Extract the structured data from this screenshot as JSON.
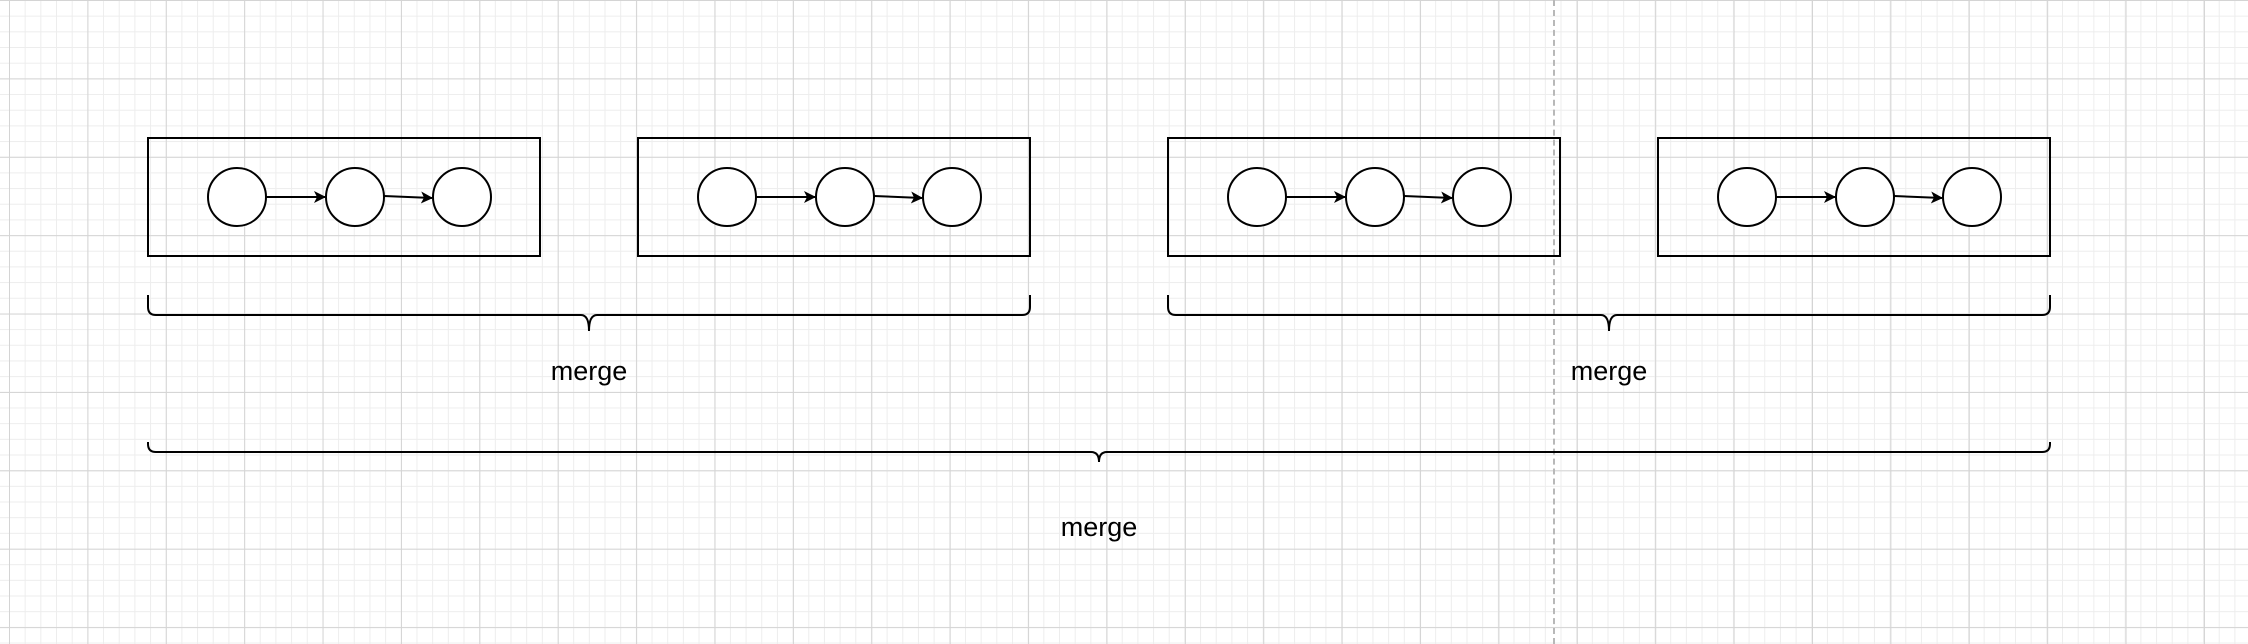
{
  "diagram": {
    "stroke_color": "#000000",
    "node_fill": "#ffffff",
    "groups": [
      {
        "nodes": [
          "",
          "",
          ""
        ]
      },
      {
        "nodes": [
          "",
          "",
          ""
        ]
      },
      {
        "nodes": [
          "",
          "",
          ""
        ]
      },
      {
        "nodes": [
          "",
          "",
          ""
        ]
      }
    ],
    "merges": [
      {
        "label": "merge",
        "spans_groups": [
          1,
          2
        ]
      },
      {
        "label": "merge",
        "spans_groups": [
          3,
          4
        ]
      },
      {
        "label": "merge",
        "spans_groups": [
          1,
          2,
          3,
          4
        ]
      }
    ]
  }
}
